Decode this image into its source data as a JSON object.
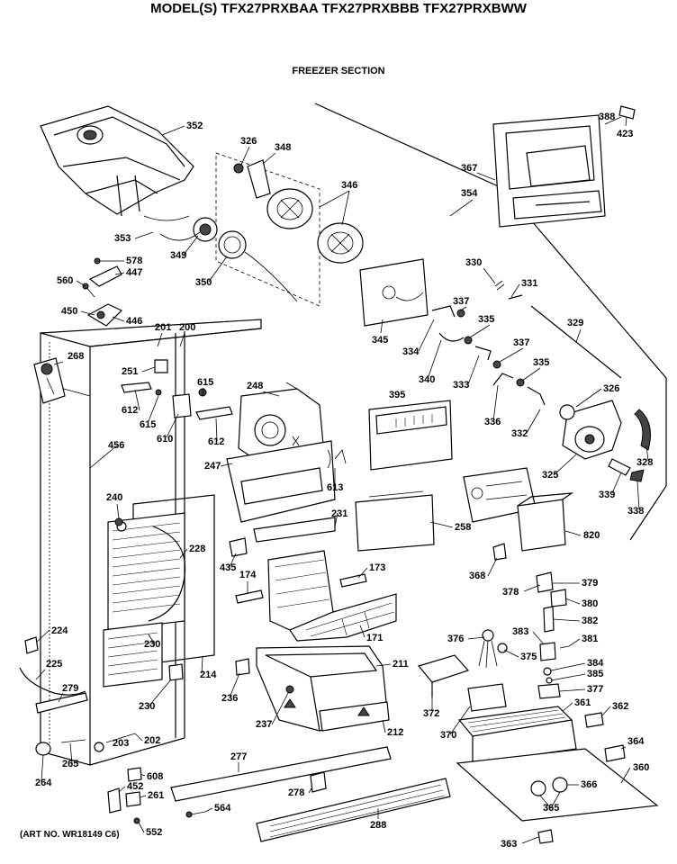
{
  "header": {
    "title": "MODEL(S) TFX27PRXBAA  TFX27PRXBBB  TFX27PRXBWW",
    "section": "FREEZER SECTION"
  },
  "art_number": "(ART NO. WR18149 C6)",
  "callouts": [
    "352",
    "326",
    "348",
    "346",
    "388",
    "423",
    "367",
    "354",
    "353",
    "349",
    "350",
    "578",
    "447",
    "560",
    "450",
    "446",
    "201",
    "200",
    "268",
    "251",
    "612",
    "615",
    "615",
    "610",
    "248",
    "612",
    "345",
    "334",
    "330",
    "331",
    "337",
    "335",
    "329",
    "340",
    "333",
    "337",
    "335",
    "326",
    "395",
    "336",
    "332",
    "325",
    "328",
    "339",
    "338",
    "456",
    "247",
    "613",
    "231",
    "258",
    "820",
    "240",
    "228",
    "435",
    "174",
    "173",
    "368",
    "378",
    "379",
    "380",
    "382",
    "381",
    "383",
    "376",
    "375",
    "384",
    "385",
    "377",
    "171",
    "224",
    "225",
    "230",
    "214",
    "211",
    "279",
    "230",
    "236",
    "237",
    "372",
    "370",
    "361",
    "362",
    "212",
    "202",
    "265",
    "203",
    "364",
    "264",
    "608",
    "277",
    "278",
    "452",
    "261",
    "360",
    "366",
    "564",
    "552",
    "288",
    "365",
    "363"
  ]
}
